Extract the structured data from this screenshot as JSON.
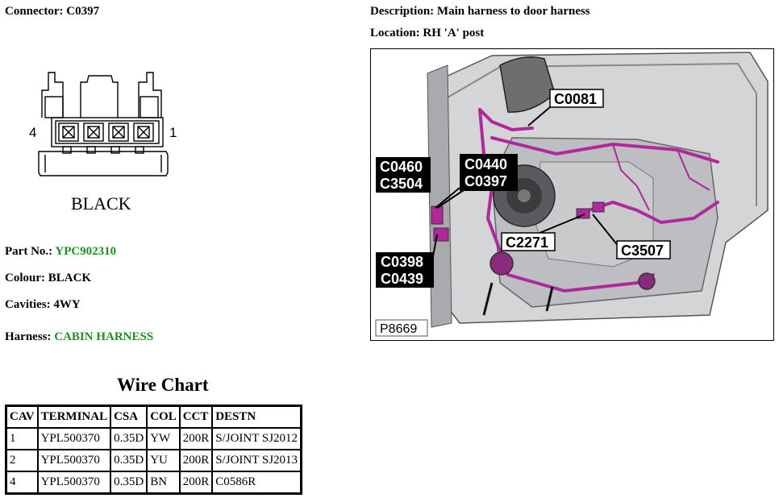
{
  "connector": {
    "label": "Connector:",
    "value": "C0397"
  },
  "description": {
    "label": "Description:",
    "value": "Main harness to door harness"
  },
  "location": {
    "label": "Location:",
    "value": "RH 'A' post"
  },
  "diagram": {
    "pin_left": "4",
    "pin_right": "1",
    "colour_caption": "BLACK"
  },
  "part_no": {
    "label": "Part No.:",
    "value": "YPC902310"
  },
  "colour": {
    "label": "Colour:",
    "value": "BLACK"
  },
  "cavities": {
    "label": "Cavities:",
    "value": "4WY"
  },
  "harness": {
    "label": "Harness:",
    "value": "CABIN HARNESS"
  },
  "photo": {
    "ref": "P8669",
    "callouts": [
      "C0081",
      "C0460",
      "C3504",
      "C0440",
      "C0397",
      "C2271",
      "C3507",
      "C0398",
      "C0439"
    ]
  },
  "wire_chart": {
    "title": "Wire Chart",
    "headers": [
      "CAV",
      "TERMINAL",
      "CSA",
      "COL",
      "CCT",
      "DESTN"
    ],
    "rows": [
      [
        "1",
        "YPL500370",
        "0.35D",
        "YW",
        "200R",
        "S/JOINT SJ2012"
      ],
      [
        "2",
        "YPL500370",
        "0.35D",
        "YU",
        "200R",
        "S/JOINT SJ2013"
      ],
      [
        "4",
        "YPL500370",
        "0.35D",
        "BN",
        "200R",
        "C0586R"
      ]
    ]
  },
  "colors": {
    "accent_green": "#1f8f1f",
    "harness_magenta": "#b0289c"
  }
}
